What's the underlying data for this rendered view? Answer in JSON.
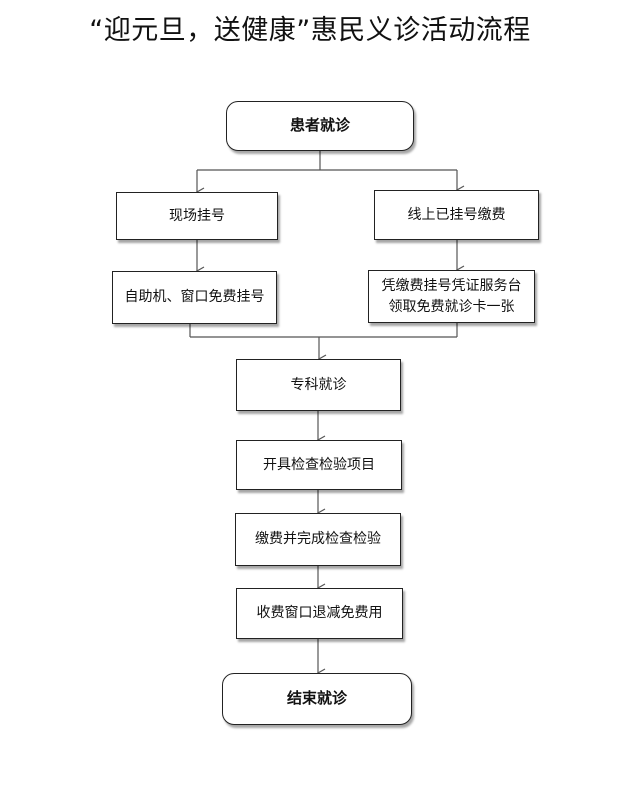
{
  "title": "“迎元旦，送健康”惠民义诊活动流程",
  "colors": {
    "line": "#555555",
    "border": "#222222",
    "background": "#ffffff"
  },
  "nodes": {
    "start": "患者就诊",
    "onsite_register": "现场挂号",
    "online_register": "线上已挂号缴费",
    "self_service": "自助机、窗口免费挂号",
    "voucher_line1": "凭缴费挂号凭证服务台",
    "voucher_line2": "领取免费就诊卡一张",
    "specialist": "专科就诊",
    "exam_order": "开具检查检验项目",
    "pay_exam": "缴费并完成检查检验",
    "refund": "收费窗口退减免费用",
    "end": "结束就诊"
  }
}
